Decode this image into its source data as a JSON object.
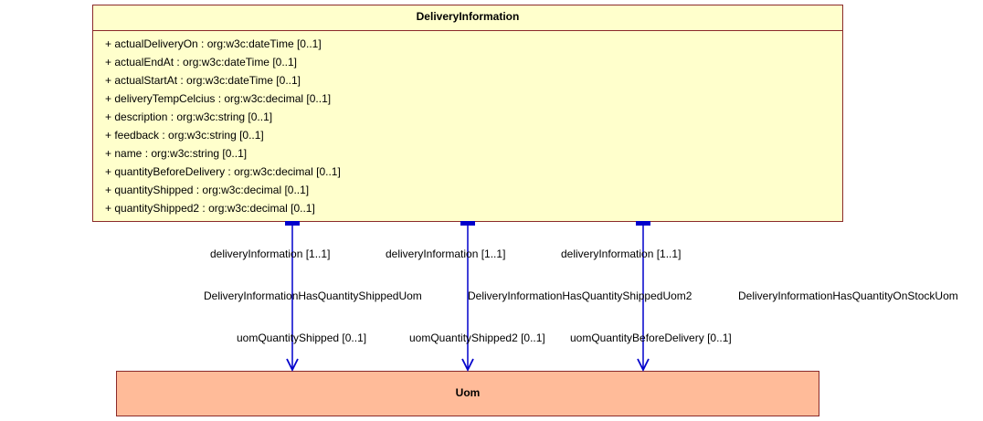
{
  "delivery_information": {
    "name": "DeliveryInformation",
    "attributes": [
      "+ actualDeliveryOn : org:w3c:dateTime [0..1]",
      "+ actualEndAt : org:w3c:dateTime [0..1]",
      "+ actualStartAt : org:w3c:dateTime [0..1]",
      "+ deliveryTempCelcius : org:w3c:decimal [0..1]",
      "+ description : org:w3c:string [0..1]",
      "+ feedback : org:w3c:string [0..1]",
      "+ name : org:w3c:string [0..1]",
      "+ quantityBeforeDelivery : org:w3c:decimal [0..1]",
      "+ quantityShipped : org:w3c:decimal [0..1]",
      "+ quantityShipped2 : org:w3c:decimal [0..1]"
    ]
  },
  "uom": {
    "name": "Uom"
  },
  "associations": [
    {
      "name": "DeliveryInformationHasQuantityShippedUom",
      "source_role": "deliveryInformation [1..1]",
      "target_role": "uomQuantityShipped [0..1]"
    },
    {
      "name": "DeliveryInformationHasQuantityShippedUom2",
      "source_role": "deliveryInformation [1..1]",
      "target_role": "uomQuantityShipped2 [0..1]"
    },
    {
      "name": "DeliveryInformationHasQuantityOnStockUom",
      "source_role": "deliveryInformation [1..1]",
      "target_role": "uomQuantityBeforeDelivery [0..1]"
    }
  ],
  "colors": {
    "class_fill": "#ffffcc",
    "target_fill": "#ffbb99",
    "class_border": "#8b2a2a",
    "connector": "#0000cc"
  }
}
